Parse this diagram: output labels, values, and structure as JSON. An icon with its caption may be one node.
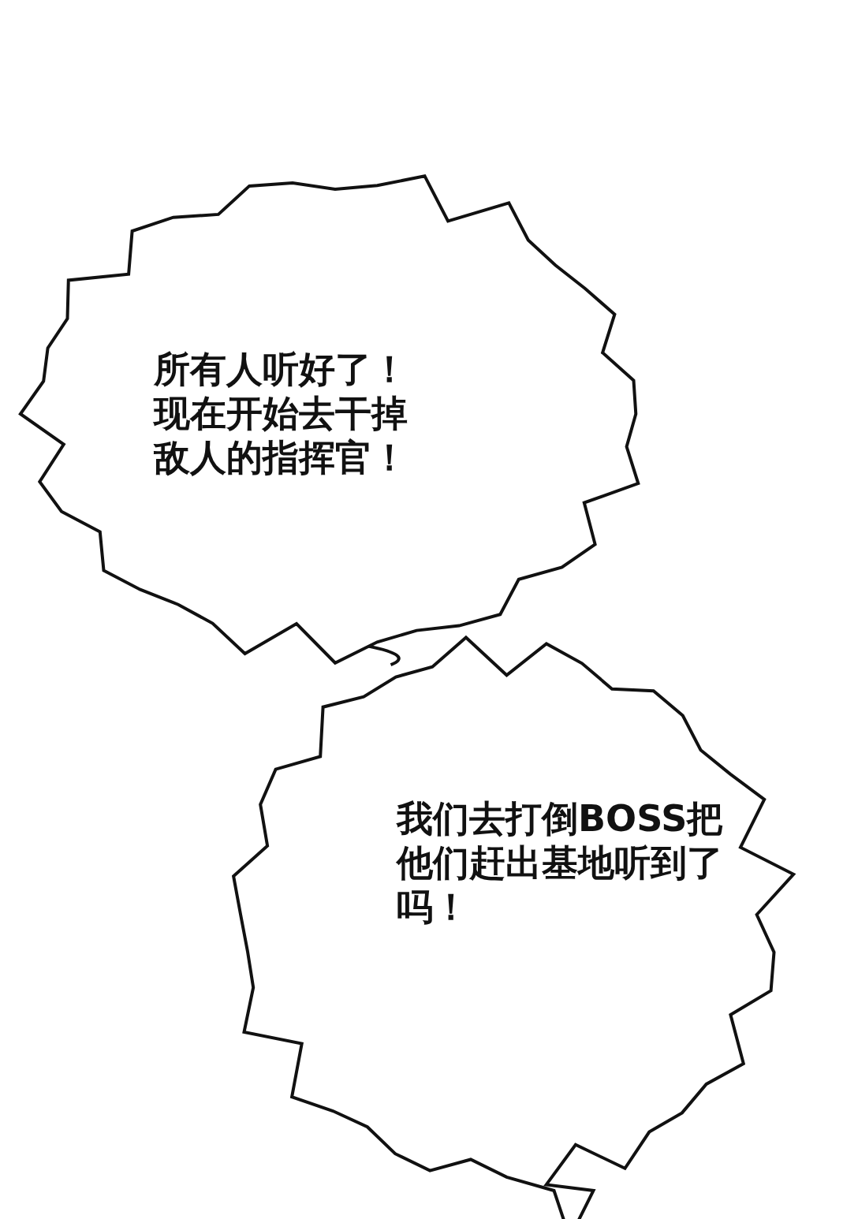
{
  "diagram": {
    "nodes": [
      {
        "text": [
          "所有人听好了！现在开始去干掉敌人的指挥官！"
        ]
      },
      {
        "text": [
          "我们去打倒BOSS把他们赶出基地听到了吗！"
        ]
      }
    ],
    "edges": [
      {
        "from": 0,
        "to": 1,
        "arrow": "none"
      }
    ]
  }
}
